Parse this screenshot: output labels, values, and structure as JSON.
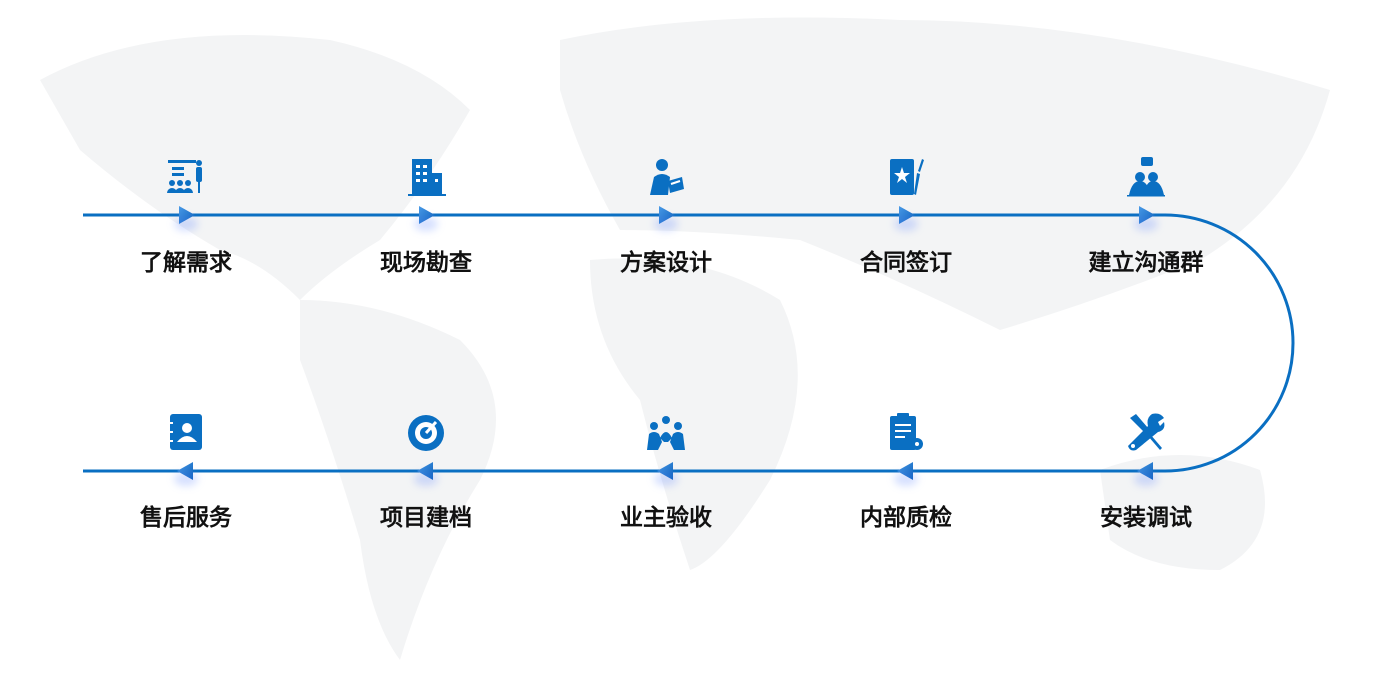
{
  "colors": {
    "accent": "#0a6fc2",
    "text": "#111111",
    "map": "#f2f3f4"
  },
  "steps": [
    {
      "label": "了解需求",
      "icon": "presentation-icon",
      "row": "top"
    },
    {
      "label": "现场勘查",
      "icon": "building-icon",
      "row": "top"
    },
    {
      "label": "方案设计",
      "icon": "designer-icon",
      "row": "top"
    },
    {
      "label": "合同签订",
      "icon": "contract-icon",
      "row": "top"
    },
    {
      "label": "建立沟通群",
      "icon": "group-chat-icon",
      "row": "top"
    },
    {
      "label": "安装调试",
      "icon": "tools-icon",
      "row": "bottom"
    },
    {
      "label": "内部质检",
      "icon": "clipboard-check-icon",
      "row": "bottom"
    },
    {
      "label": "业主验收",
      "icon": "team-icon",
      "row": "bottom"
    },
    {
      "label": "项目建档",
      "icon": "target-icon",
      "row": "bottom"
    },
    {
      "label": "售后服务",
      "icon": "contact-book-icon",
      "row": "bottom"
    }
  ]
}
